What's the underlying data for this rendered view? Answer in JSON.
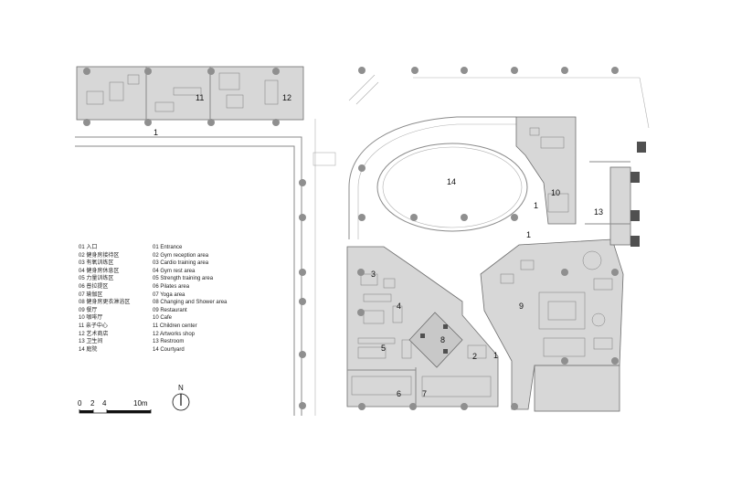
{
  "room_labels": {
    "r1a": "1",
    "r1b": "1",
    "r1c": "1",
    "r1d": "1",
    "r2": "2",
    "r3": "3",
    "r4": "4",
    "r5": "5",
    "r6": "6",
    "r7": "7",
    "r8": "8",
    "r9": "9",
    "r10": "10",
    "r11": "11",
    "r12": "12",
    "r13": "13",
    "r14": "14"
  },
  "legend_cn": [
    "01 入口",
    "02 健身房接待区",
    "03 有氧训练区",
    "04 健身房休息区",
    "05 力量训练区",
    "06 普拉提区",
    "07 瑜伽区",
    "08 健身房更衣淋浴区",
    "09 餐厅",
    "10 咖啡厅",
    "11 亲子中心",
    "12 艺术商店",
    "13 卫生间",
    "14 庭院"
  ],
  "legend_en": [
    "01 Entrance",
    "02 Gym reception area",
    "03 Cardio training area",
    "04 Gym rest area",
    "05 Strength training area",
    "06 Pilates area",
    "07 Yoga area",
    "08 Changing and Shower area",
    "09 Restaurant",
    "10 Cafe",
    "11 Children center",
    "12 Artworks shop",
    "13 Restroom",
    "14 Courtyard"
  ],
  "scale_bar": {
    "labels": [
      "0",
      "2",
      "4",
      "10m"
    ]
  },
  "north_arrow": {
    "label": "N"
  }
}
